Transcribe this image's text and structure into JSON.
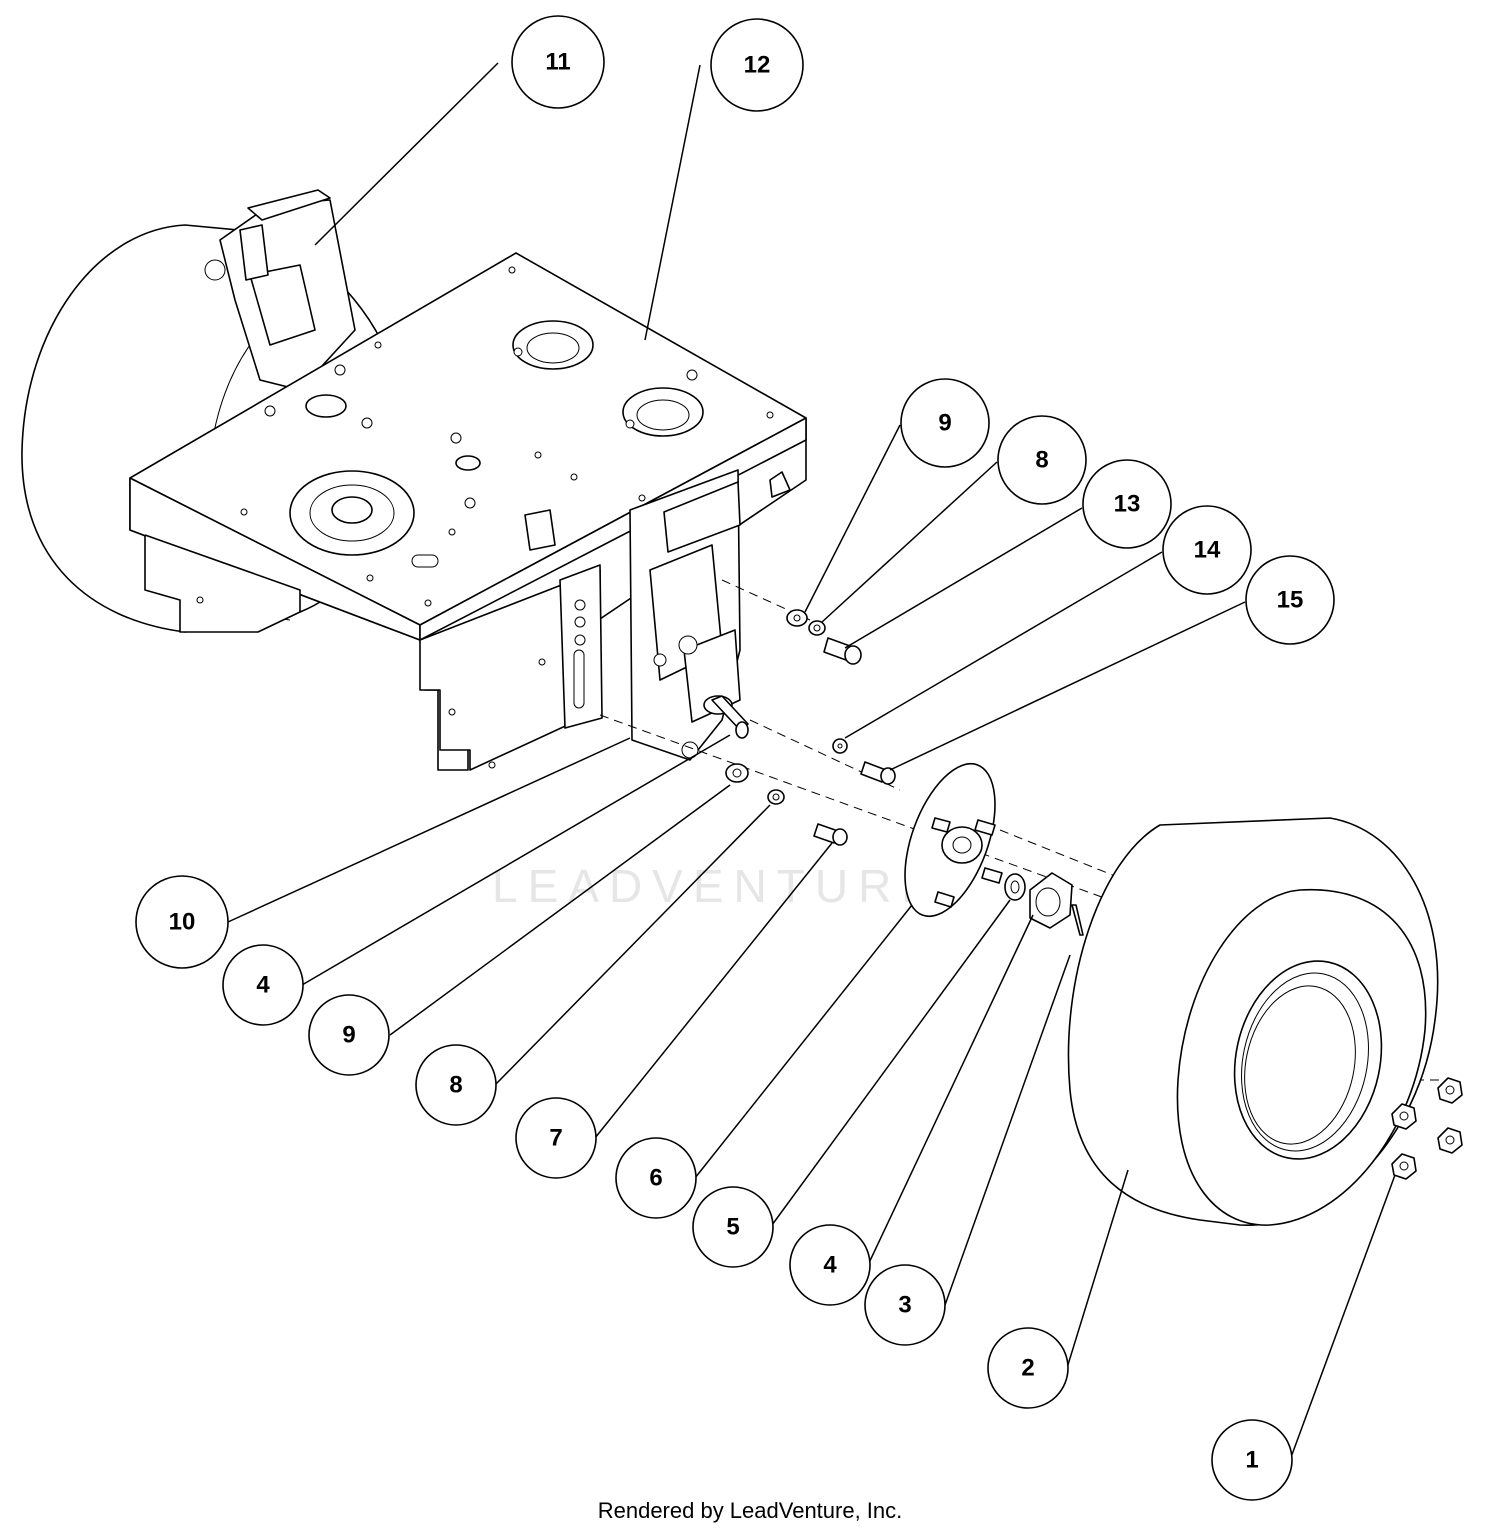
{
  "watermark": "LEADVENTURE",
  "footer": "Rendered by LeadVenture, Inc.",
  "callouts": [
    "1",
    "2",
    "3",
    "4",
    "4",
    "5",
    "6",
    "7",
    "8",
    "8",
    "9",
    "9",
    "10",
    "11",
    "12",
    "13",
    "14",
    "15"
  ]
}
